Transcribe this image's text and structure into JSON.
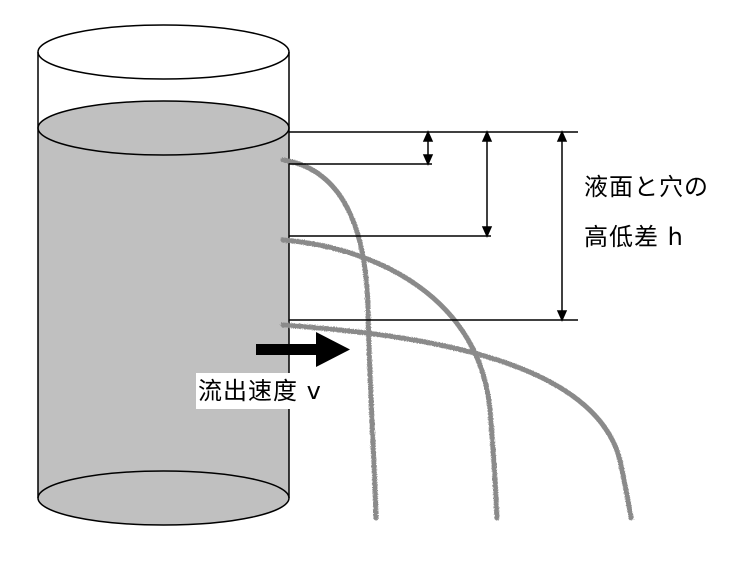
{
  "labels": {
    "height_line1": "液面と穴の",
    "height_line2": "高低差 h",
    "velocity": "流出速度 v"
  },
  "colors": {
    "water": "#c0c0c0",
    "stream": "#8a8a8a",
    "outline": "#000000",
    "background": "#ffffff"
  }
}
